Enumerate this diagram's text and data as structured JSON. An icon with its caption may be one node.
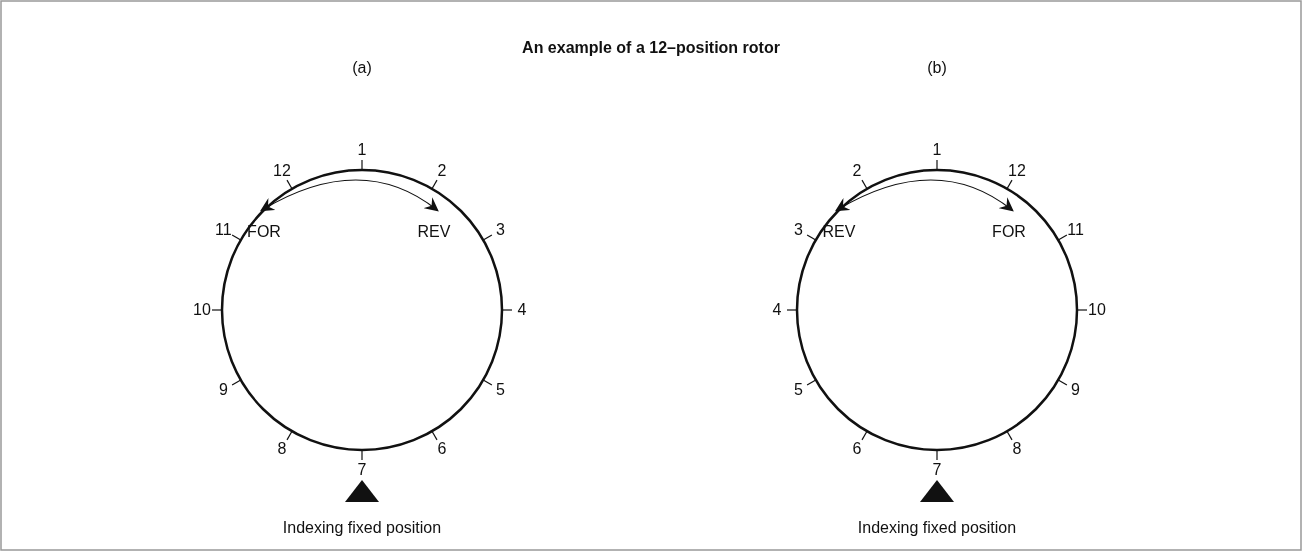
{
  "diagram": {
    "title": "An example of a 12–position rotor",
    "labels": [
      "(a)",
      "1",
      "2",
      "3",
      "4",
      "5",
      "6",
      "7",
      "8",
      "9",
      "10",
      "11",
      "12",
      "FOR",
      "REV",
      "Indexing fixed position",
      "(b)",
      "1",
      "2",
      "3",
      "4",
      "5",
      "6",
      "7",
      "8",
      "9",
      "10",
      "11",
      "12",
      "REV",
      "FOR",
      "Indexing fixed position"
    ]
  }
}
